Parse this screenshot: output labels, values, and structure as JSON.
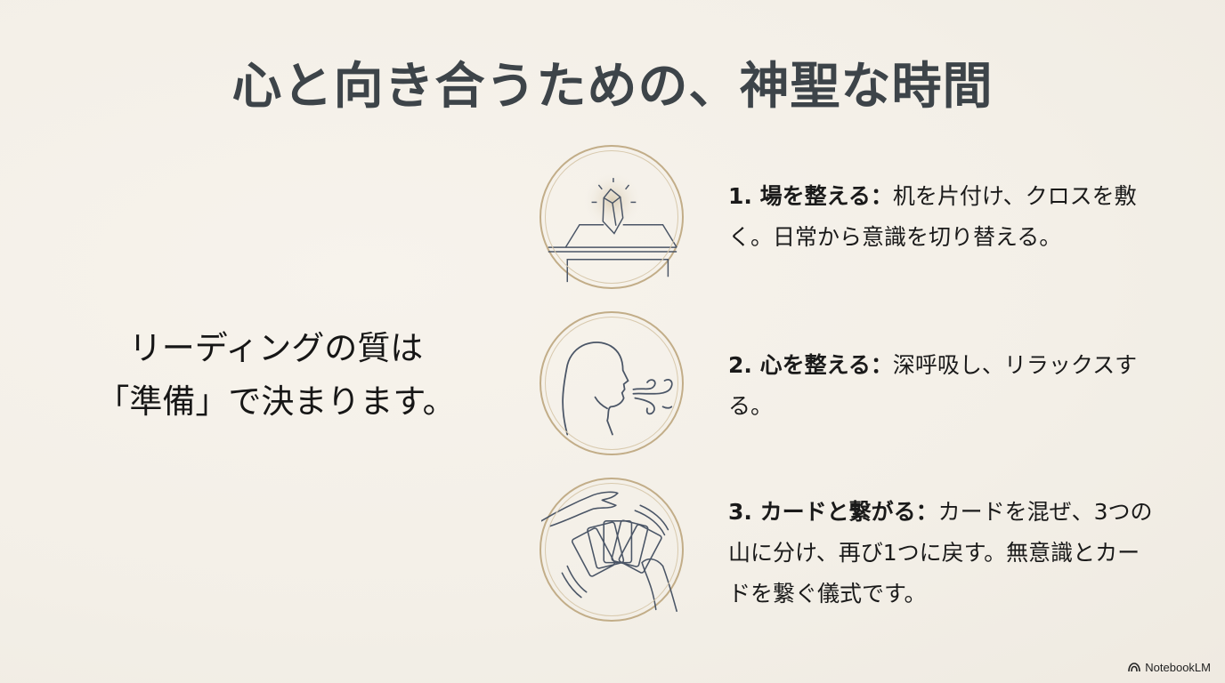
{
  "slide": {
    "title": "心と向き合うための、神聖な時間",
    "left_message": {
      "line1": "リーディングの質は",
      "line2": "「準備」で決まります。"
    },
    "steps": [
      {
        "icon": "crystal-on-table-icon",
        "heading": "1. 場を整える：",
        "text": "机を片付け、クロスを敷く。日常から意識を切り替える。"
      },
      {
        "icon": "breathing-head-icon",
        "heading": "2. 心を整える：",
        "text": "深呼吸し、リラックスする。"
      },
      {
        "icon": "shuffling-cards-icon",
        "heading": "3. カードと繋がる：",
        "text": "カードを混ぜ、3つの山に分け、再び1つに戻す。無意識とカードを繋ぐ儀式です。"
      }
    ],
    "colors": {
      "background": "#f5f1ea",
      "title": "#3d4449",
      "circle_gold": "#c2ad88",
      "line_art": "#4a5566"
    }
  },
  "brand": {
    "label": "NotebookLM"
  }
}
